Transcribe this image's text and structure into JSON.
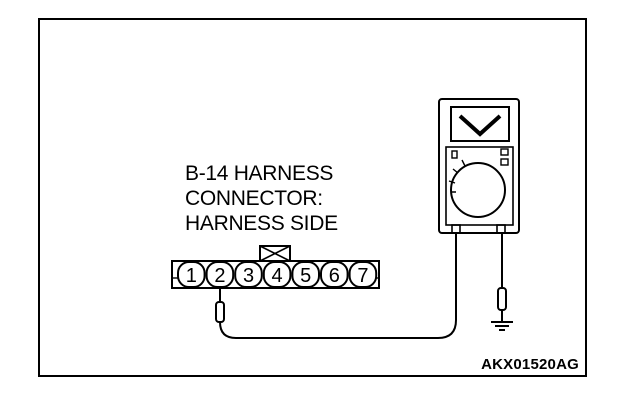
{
  "connector_label": {
    "line1": "B-14 HARNESS",
    "line2": "CONNECTOR:",
    "line3": "HARNESS SIDE"
  },
  "pins": [
    "1",
    "2",
    "3",
    "4",
    "5",
    "6",
    "7"
  ],
  "figure_code": "AKX01520AG",
  "icons": {
    "meter": "multimeter-icon",
    "ground": "ground-symbol-icon",
    "probe": "test-probe-icon"
  }
}
